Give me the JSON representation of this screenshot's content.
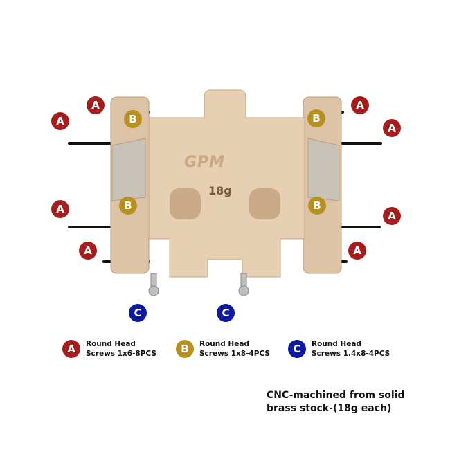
{
  "colors": {
    "A": "#a51d1d",
    "B": "#b8901e",
    "C": "#0d1aa0",
    "brass": "#e6cfb3"
  },
  "product": {
    "brand_mark": "GPM",
    "engraved_weight": "18g"
  },
  "badges": {
    "A": "A",
    "B": "B",
    "C": "C"
  },
  "legend": [
    {
      "letter": "A",
      "line1": "Round Head",
      "line2": "Screws 1x6-8PCS"
    },
    {
      "letter": "B",
      "line1": "Round Head",
      "line2": "Screws 1x8-4PCS"
    },
    {
      "letter": "C",
      "line1": "Round Head",
      "line2": "Screws 1.4x8-4PCS"
    }
  ],
  "caption": {
    "line1": "CNC-machined from solid",
    "line2": "brass stock-(18g each)"
  }
}
